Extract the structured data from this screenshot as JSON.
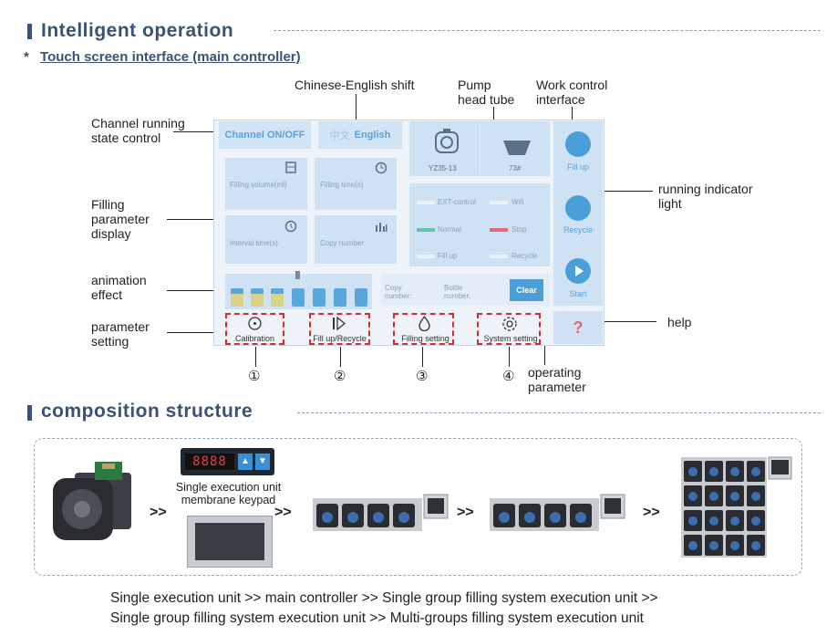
{
  "section1": {
    "title": "Intelligent operation",
    "subtitle_star": "*",
    "subtitle": "Touch screen interface (main controller)"
  },
  "callouts": {
    "channel": "Channel running\nstate control",
    "lang": "Chinese-English shift",
    "pump": "Pump\nhead tube",
    "work": "Work control\ninterface",
    "filling": "Filling\nparameter\ndisplay",
    "running": "running indicator\nlight",
    "animation": "animation\neffect",
    "param": "parameter\nsetting",
    "help": "help",
    "operating": "operating\nparameter"
  },
  "screen": {
    "channel_btn": "Channel ON/OFF",
    "lang_cn": "中文",
    "lang_en": "English",
    "pump_model": "YZ35-13",
    "tube_model": "73#",
    "tiles": {
      "volume": "Filling volume(ml)",
      "time": "Filling time(s)",
      "interval": "Interval time(s)",
      "copy": "Copy number"
    },
    "indicators": {
      "ext": "EXT-control",
      "wifi": "Wifi",
      "normal": "Normal",
      "stop": "Stop",
      "fillup": "Fill up",
      "recycle": "Recycle"
    },
    "right": {
      "fillup": "Fill up",
      "recycle": "Recycle",
      "start": "Start",
      "help": "?"
    },
    "copy_label": "Copy\nnumber:",
    "bottle_label": "Bottle\nnumber:",
    "clear": "Clear",
    "buttons": [
      "Calibration",
      "Fill up/Recycle",
      "Filling setting",
      "System setting"
    ],
    "numbers": [
      "①",
      "②",
      "③",
      "④"
    ]
  },
  "colors": {
    "accent": "#3a5275",
    "screen_blue": "#4b9fd8",
    "dash_red": "#d32c2c",
    "stop_red": "#e06a7a",
    "normal_green": "#5bc9a6"
  },
  "section2": {
    "title": "composition structure"
  },
  "composition": {
    "arrow": ">>",
    "keypad_label": "Single execution unit\nmembrane keypad",
    "keypad_display": "8888"
  },
  "caption": {
    "line1": "Single execution unit >> main controller >> Single group filling system execution unit >>",
    "line2": "Single group filling system execution unit >> Multi-groups filling system execution unit"
  }
}
